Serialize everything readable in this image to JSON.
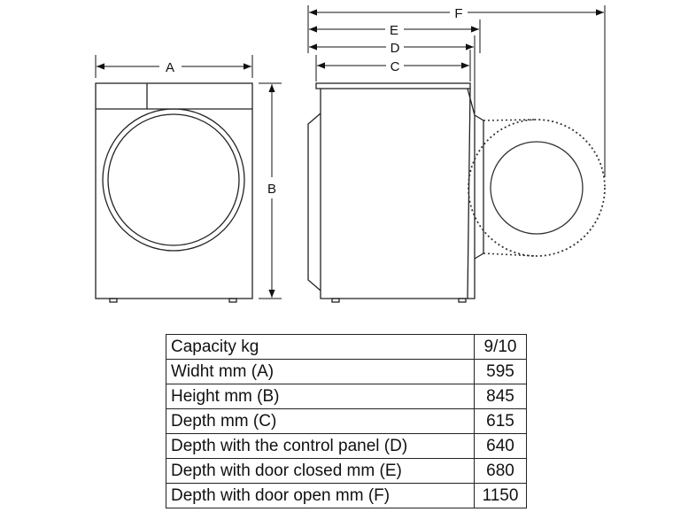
{
  "diagram": {
    "dimension_letters": {
      "a": "A",
      "b": "B",
      "c": "C",
      "d": "D",
      "e": "E",
      "f": "F"
    }
  },
  "spec_table": {
    "rows": [
      {
        "label": "Capacity kg",
        "value": "9/10"
      },
      {
        "label": "Widht mm (A)",
        "value": "595"
      },
      {
        "label": "Height mm (B)",
        "value": "845"
      },
      {
        "label": "Depth mm (C)",
        "value": "615"
      },
      {
        "label": "Depth with the control panel (D)",
        "value": "640"
      },
      {
        "label": "Depth with door closed mm (E)",
        "value": "680"
      },
      {
        "label": "Depth with door open mm (F)",
        "value": "1150"
      }
    ]
  }
}
